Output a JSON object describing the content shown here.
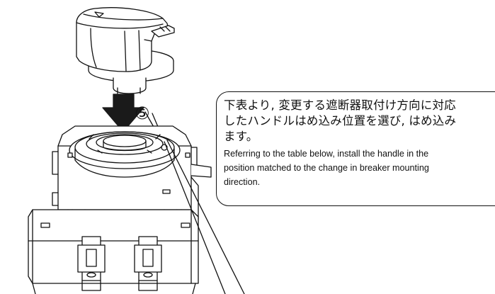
{
  "step": {
    "number_label": "⑤"
  },
  "callout": {
    "jp_line1": "下表より, 変更する遮断器取付け方向に対応",
    "jp_line2": "したハンドルはめ込み位置を選び, はめ込み",
    "jp_line3": "ます。",
    "en_line1": "Referring to the table below, install the handle in the",
    "en_line2": "position matched to the change in breaker mounting",
    "en_line3": "direction."
  },
  "colors": {
    "ink": "#111111",
    "arrow": "#1a1a1a",
    "background": "#ffffff"
  }
}
